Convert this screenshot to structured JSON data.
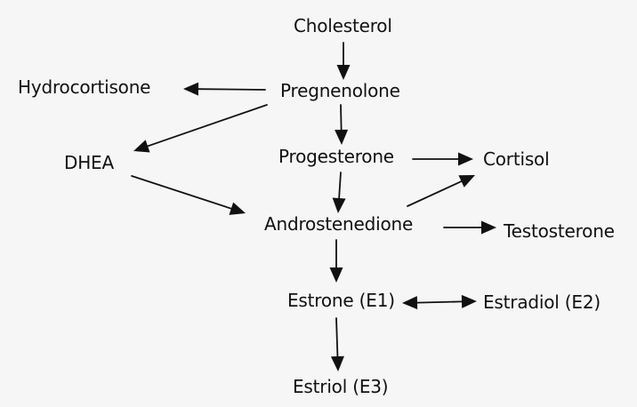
{
  "diagram": {
    "nodes": {
      "cholesterol": "Cholesterol",
      "pregnenolone": "Pregnenolone",
      "hydrocortisone": "Hydrocortisone",
      "dhea": "DHEA",
      "progesterone": "Progesterone",
      "cortisol": "Cortisol",
      "androstenedione": "Androstenedione",
      "testosterone": "Testosterone",
      "estrone": "Estrone (E1)",
      "estradiol": "Estradiol (E2)",
      "estriol": "Estriol (E3)"
    },
    "edges": [
      {
        "from": "cholesterol",
        "to": "pregnenolone"
      },
      {
        "from": "pregnenolone",
        "to": "hydrocortisone"
      },
      {
        "from": "pregnenolone",
        "to": "dhea"
      },
      {
        "from": "pregnenolone",
        "to": "progesterone"
      },
      {
        "from": "dhea",
        "to": "androstenedione"
      },
      {
        "from": "progesterone",
        "to": "cortisol"
      },
      {
        "from": "progesterone",
        "to": "androstenedione"
      },
      {
        "from": "androstenedione",
        "to": "cortisol"
      },
      {
        "from": "androstenedione",
        "to": "testosterone"
      },
      {
        "from": "androstenedione",
        "to": "estrone"
      },
      {
        "from": "estrone",
        "to": "estradiol",
        "bidirectional": true
      },
      {
        "from": "estrone",
        "to": "estriol"
      }
    ],
    "colors": {
      "ink": "#111111",
      "paper": "#f6f6f6"
    }
  }
}
